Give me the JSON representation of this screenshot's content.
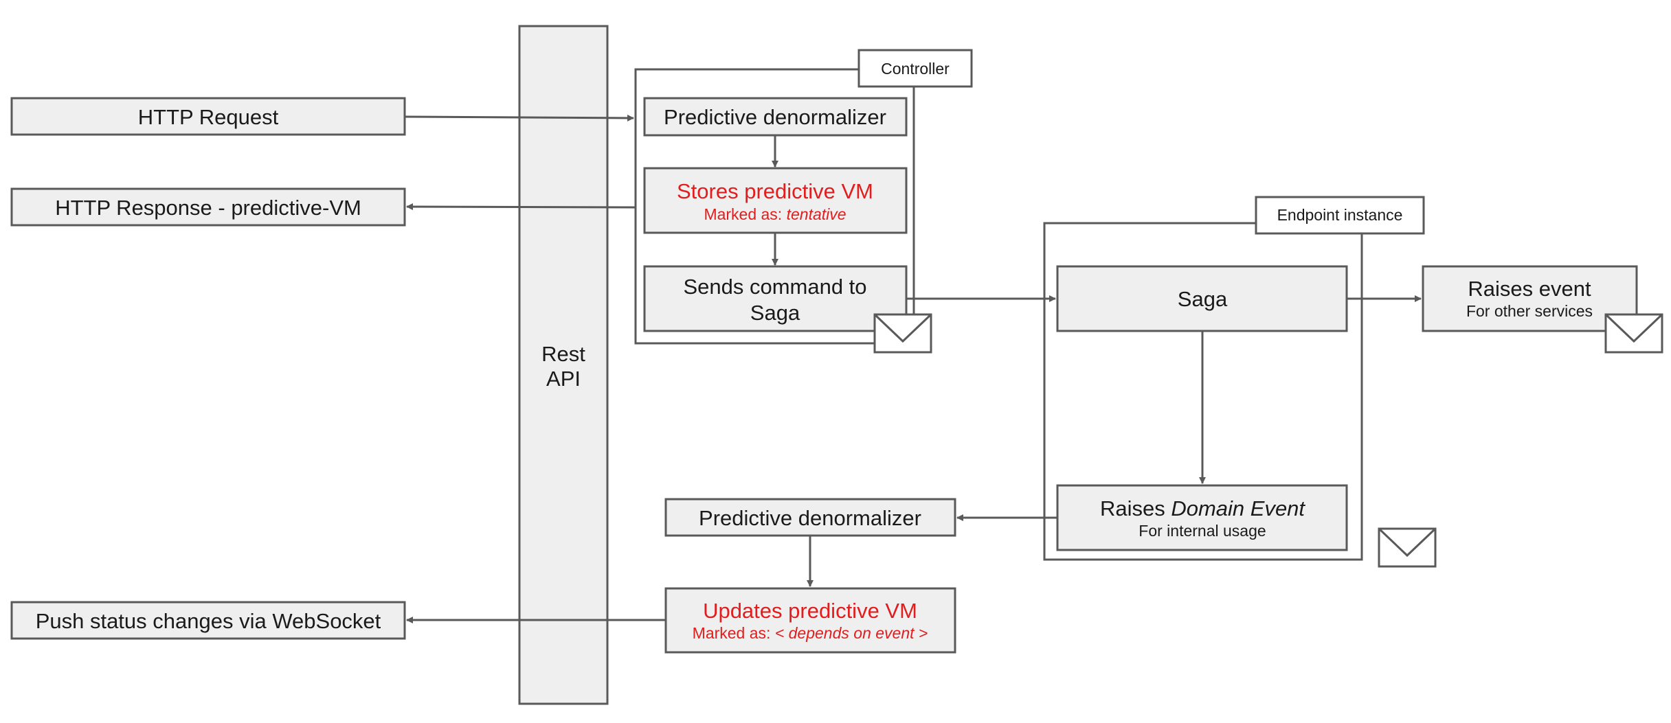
{
  "labels": {
    "http_request": "HTTP Request",
    "http_response": "HTTP Response - predictive-VM",
    "push_status": "Push status changes via WebSocket",
    "rest_api_line1": "Rest",
    "rest_api_line2": "API",
    "controller": "Controller",
    "endpoint_instance": "Endpoint instance",
    "predictive_denormalizer_top": "Predictive denormalizer",
    "stores_vm": "Stores predictive VM",
    "stores_vm_marked_prefix": "Marked as: ",
    "stores_vm_marked_value": "tentative",
    "sends_command_line1": "Sends command to",
    "sends_command_line2": "Saga",
    "saga": "Saga",
    "raises_event": "Raises event",
    "raises_event_sub": "For other services",
    "raises_domain_prefix": "Raises ",
    "raises_domain_value": "Domain Event",
    "raises_domain_sub": "For internal usage",
    "predictive_denormalizer_bottom": "Predictive denormalizer",
    "updates_vm": "Updates predictive VM",
    "updates_vm_marked_prefix": "Marked as: ",
    "updates_vm_marked_value": "< depends on event >"
  },
  "colors": {
    "node_fill": "#efefef",
    "stroke": "#595959",
    "highlight_text": "#e11d1d",
    "text": "#1a1a1a"
  },
  "icons": [
    "envelope-icon"
  ]
}
